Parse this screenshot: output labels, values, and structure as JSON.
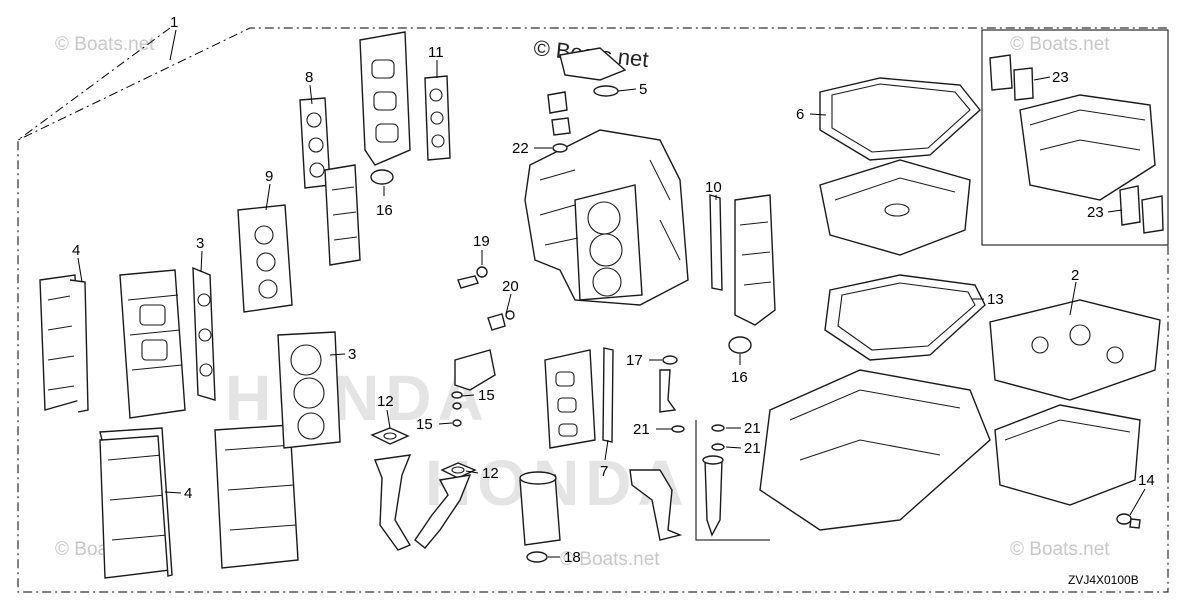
{
  "diagram_code": "ZVJ4X0100B",
  "watermark": "© Boats.net",
  "background_brand": "HONDA",
  "callouts": [
    {
      "id": "c1",
      "label": "1"
    },
    {
      "id": "c2",
      "label": "2"
    },
    {
      "id": "c3a",
      "label": "3"
    },
    {
      "id": "c3b",
      "label": "3"
    },
    {
      "id": "c4a",
      "label": "4"
    },
    {
      "id": "c4b",
      "label": "4"
    },
    {
      "id": "c5",
      "label": "5"
    },
    {
      "id": "c6",
      "label": "6"
    },
    {
      "id": "c7",
      "label": "7"
    },
    {
      "id": "c8",
      "label": "8"
    },
    {
      "id": "c9",
      "label": "9"
    },
    {
      "id": "c10",
      "label": "10"
    },
    {
      "id": "c11",
      "label": "11"
    },
    {
      "id": "c12a",
      "label": "12"
    },
    {
      "id": "c12b",
      "label": "12"
    },
    {
      "id": "c13",
      "label": "13"
    },
    {
      "id": "c14",
      "label": "14"
    },
    {
      "id": "c15a",
      "label": "15"
    },
    {
      "id": "c15b",
      "label": "15"
    },
    {
      "id": "c16a",
      "label": "16"
    },
    {
      "id": "c16b",
      "label": "16"
    },
    {
      "id": "c17",
      "label": "17"
    },
    {
      "id": "c18",
      "label": "18"
    },
    {
      "id": "c19",
      "label": "19"
    },
    {
      "id": "c20",
      "label": "20"
    },
    {
      "id": "c21a",
      "label": "21"
    },
    {
      "id": "c21b",
      "label": "21"
    },
    {
      "id": "c21c",
      "label": "21"
    },
    {
      "id": "c22",
      "label": "22"
    },
    {
      "id": "c23a",
      "label": "23"
    },
    {
      "id": "c23b",
      "label": "23"
    }
  ]
}
